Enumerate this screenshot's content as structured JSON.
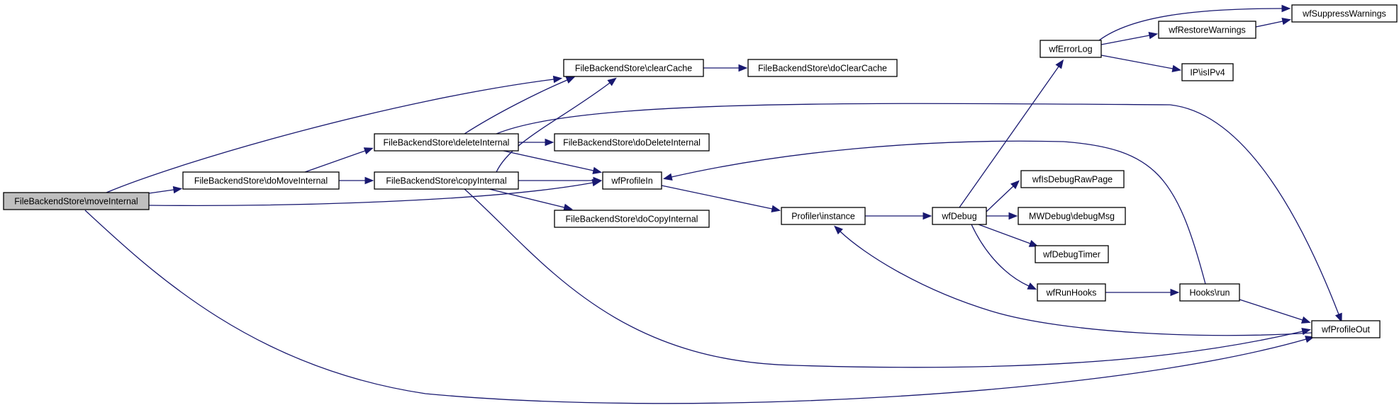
{
  "graph": {
    "root": "FileBackendStore\\moveInternal",
    "colors": {
      "edge": "#191970",
      "root_fill": "#bfbfbf",
      "node_fill": "#ffffff",
      "node_border": "#000000"
    },
    "nodes": [
      {
        "id": "moveInternal",
        "label": "FileBackendStore\\moveInternal"
      },
      {
        "id": "doMoveInternal",
        "label": "FileBackendStore\\doMoveInternal"
      },
      {
        "id": "clearCache",
        "label": "FileBackendStore\\clearCache"
      },
      {
        "id": "doClearCache",
        "label": "FileBackendStore\\doClearCache"
      },
      {
        "id": "deleteInternal",
        "label": "FileBackendStore\\deleteInternal"
      },
      {
        "id": "doDeleteInternal",
        "label": "FileBackendStore\\doDeleteInternal"
      },
      {
        "id": "copyInternal",
        "label": "FileBackendStore\\copyInternal"
      },
      {
        "id": "doCopyInternal",
        "label": "FileBackendStore\\doCopyInternal"
      },
      {
        "id": "wfProfileIn",
        "label": "wfProfileIn"
      },
      {
        "id": "profilerInstance",
        "label": "Profiler\\instance"
      },
      {
        "id": "wfDebug",
        "label": "wfDebug"
      },
      {
        "id": "wfErrorLog",
        "label": "wfErrorLog"
      },
      {
        "id": "wfRestoreWarnings",
        "label": "wfRestoreWarnings"
      },
      {
        "id": "wfSuppressWarnings",
        "label": "wfSuppressWarnings"
      },
      {
        "id": "isIPv4",
        "label": "IP\\isIPv4"
      },
      {
        "id": "wfIsDebugRawPage",
        "label": "wfIsDebugRawPage"
      },
      {
        "id": "debugMsg",
        "label": "MWDebug\\debugMsg"
      },
      {
        "id": "wfDebugTimer",
        "label": "wfDebugTimer"
      },
      {
        "id": "wfRunHooks",
        "label": "wfRunHooks"
      },
      {
        "id": "hooksRun",
        "label": "Hooks\\run"
      },
      {
        "id": "wfProfileOut",
        "label": "wfProfileOut"
      }
    ],
    "edges": [
      {
        "from": "moveInternal",
        "to": "doMoveInternal"
      },
      {
        "from": "moveInternal",
        "to": "clearCache"
      },
      {
        "from": "moveInternal",
        "to": "wfProfileIn"
      },
      {
        "from": "moveInternal",
        "to": "wfProfileOut"
      },
      {
        "from": "doMoveInternal",
        "to": "deleteInternal"
      },
      {
        "from": "doMoveInternal",
        "to": "copyInternal"
      },
      {
        "from": "clearCache",
        "to": "doClearCache"
      },
      {
        "from": "deleteInternal",
        "to": "clearCache"
      },
      {
        "from": "deleteInternal",
        "to": "doDeleteInternal"
      },
      {
        "from": "deleteInternal",
        "to": "wfProfileIn"
      },
      {
        "from": "deleteInternal",
        "to": "wfProfileOut"
      },
      {
        "from": "copyInternal",
        "to": "clearCache"
      },
      {
        "from": "copyInternal",
        "to": "wfProfileIn"
      },
      {
        "from": "copyInternal",
        "to": "doCopyInternal"
      },
      {
        "from": "copyInternal",
        "to": "wfProfileOut"
      },
      {
        "from": "wfProfileIn",
        "to": "profilerInstance"
      },
      {
        "from": "profilerInstance",
        "to": "wfDebug"
      },
      {
        "from": "wfDebug",
        "to": "wfErrorLog"
      },
      {
        "from": "wfDebug",
        "to": "wfIsDebugRawPage"
      },
      {
        "from": "wfDebug",
        "to": "debugMsg"
      },
      {
        "from": "wfDebug",
        "to": "wfDebugTimer"
      },
      {
        "from": "wfDebug",
        "to": "wfRunHooks"
      },
      {
        "from": "wfErrorLog",
        "to": "wfSuppressWarnings"
      },
      {
        "from": "wfErrorLog",
        "to": "wfRestoreWarnings"
      },
      {
        "from": "wfErrorLog",
        "to": "isIPv4"
      },
      {
        "from": "wfRestoreWarnings",
        "to": "wfSuppressWarnings"
      },
      {
        "from": "wfRunHooks",
        "to": "hooksRun"
      },
      {
        "from": "hooksRun",
        "to": "wfProfileIn"
      },
      {
        "from": "hooksRun",
        "to": "wfProfileOut"
      },
      {
        "from": "wfProfileOut",
        "to": "profilerInstance"
      }
    ]
  }
}
